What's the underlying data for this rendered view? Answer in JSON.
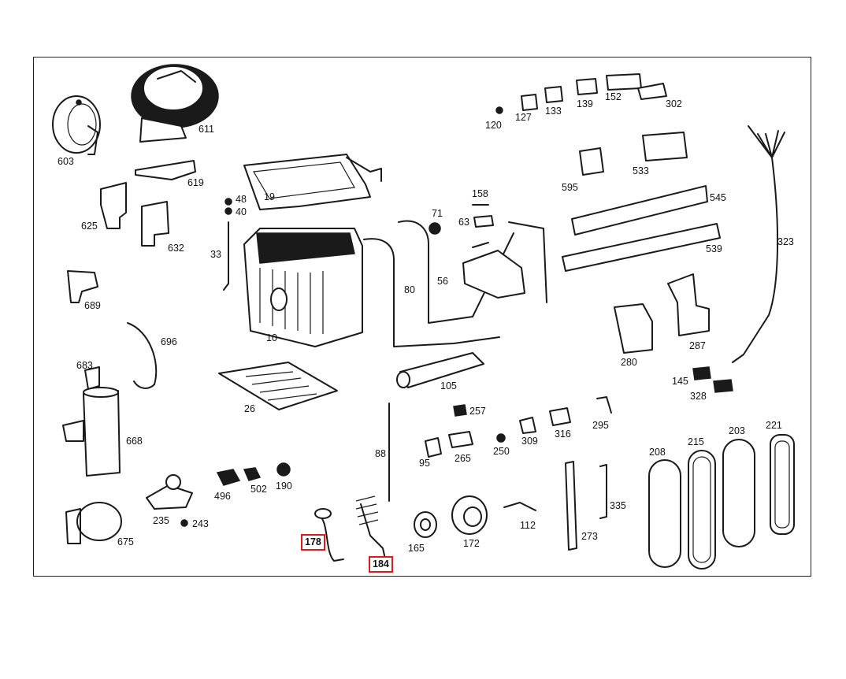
{
  "diagram": {
    "highlight_color": "#e0191b",
    "part_labels": {
      "p603": "603",
      "p611": "611",
      "p619": "619",
      "p625": "625",
      "p632": "632",
      "p48": "48",
      "p40": "40",
      "p19": "19",
      "p33": "33",
      "p10": "10",
      "p689": "689",
      "p696": "696",
      "p683": "683",
      "p668": "668",
      "p26": "26",
      "p80": "80",
      "p71": "71",
      "p158": "158",
      "p63": "63",
      "p56": "56",
      "p105": "105",
      "p120": "120",
      "p127": "127",
      "p133": "133",
      "p139": "139",
      "p152": "152",
      "p302": "302",
      "p595": "595",
      "p533": "533",
      "p545": "545",
      "p539": "539",
      "p323": "323",
      "p280": "280",
      "p287": "287",
      "p145": "145",
      "p328": "328",
      "p257": "257",
      "p295": "295",
      "p309": "309",
      "p316": "316",
      "p95": "95",
      "p265": "265",
      "p250": "250",
      "p88": "88",
      "p208": "208",
      "p215": "215",
      "p203": "203",
      "p221": "221",
      "p496": "496",
      "p502": "502",
      "p190": "190",
      "p235": "235",
      "p243": "243",
      "p675": "675",
      "p178": "178",
      "p184": "184",
      "p165": "165",
      "p172": "172",
      "p112": "112",
      "p273": "273",
      "p335": "335"
    }
  }
}
